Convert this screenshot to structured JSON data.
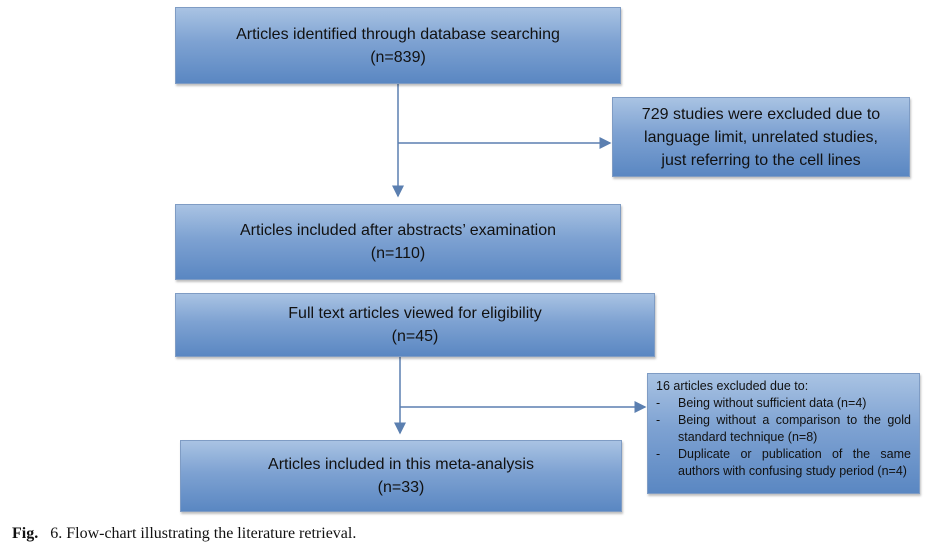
{
  "boxes": {
    "identified": {
      "line1": "Articles identified through database searching",
      "line2": "(n=839)"
    },
    "excluded1": {
      "line1": "729 studies were excluded due to",
      "line2": "language limit, unrelated studies,",
      "line3": "just referring to the cell lines"
    },
    "abstracts": {
      "line1": "Articles included after abstracts’ examination",
      "line2": "(n=110)"
    },
    "fulltext": {
      "line1": "Full text articles viewed for eligibility",
      "line2": "(n=45)"
    },
    "excluded2": {
      "title": "16 articles excluded due to:",
      "items": [
        {
          "bullet": "-",
          "text": "Being without sufficient data (n=4)"
        },
        {
          "bullet": "-",
          "text": "Being without a comparison to the gold standard technique (n=8)"
        },
        {
          "bullet": "-",
          "text": "Duplicate or publication of the same authors with confusing study period (n=4)"
        }
      ]
    },
    "included": {
      "line1": "Articles included in this meta-analysis",
      "line2": "(n=33)"
    }
  },
  "caption": {
    "label": "Fig.",
    "number": "6",
    "text": ". Flow-chart illustrating the literature retrieval."
  }
}
